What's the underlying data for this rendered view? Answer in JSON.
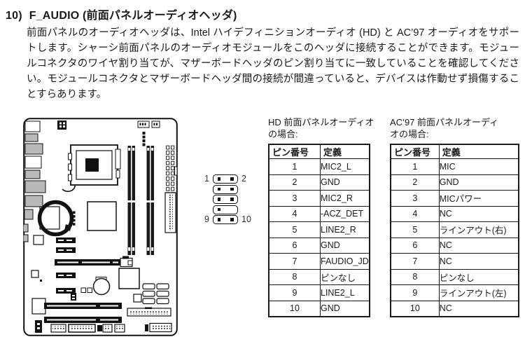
{
  "page": {
    "heading_number": "10)",
    "heading_title": "F_AUDIO (前面パネルオーディオヘッダ)",
    "paragraph": "前面パネルのオーディオヘッダは、Intel ハイデフィニションオーディオ (HD) と AC’97 オーディオをサポートします。シャーシ前面パネルのオーディオモジュールをこのヘッダに接続することができます。モジュールコネクタのワイヤ割り当てが、マザーボードヘッダのピン割り当てに一致していることを確認してください。モジュールコネクタとマザーボードヘッダ間の接続が間違っていると、デバイスは作動せず損傷することすらあります。"
  },
  "pin_header": {
    "label_top_left": "1",
    "label_top_right": "2",
    "label_bottom_left": "9",
    "label_bottom_right": "10"
  },
  "tables": {
    "hd": {
      "caption_line1": "HD 前面パネルオーディオ",
      "caption_line2": "の場合:",
      "columns": [
        "ピン番号",
        "定義"
      ],
      "rows": [
        {
          "pin": "1",
          "def": "MIC2_L"
        },
        {
          "pin": "2",
          "def": "GND"
        },
        {
          "pin": "3",
          "def": "MIC2_R"
        },
        {
          "pin": "4",
          "def": "-ACZ_DET"
        },
        {
          "pin": "5",
          "def": "LINE2_R"
        },
        {
          "pin": "6",
          "def": "GND"
        },
        {
          "pin": "7",
          "def": "FAUDIO_JD"
        },
        {
          "pin": "8",
          "def": "ピンなし"
        },
        {
          "pin": "9",
          "def": "LINE2_L"
        },
        {
          "pin": "10",
          "def": "GND"
        }
      ]
    },
    "ac97": {
      "caption_line1": "AC’97 前面パネルオーディ",
      "caption_line2": "オの場合:",
      "columns": [
        "ピン番号",
        "定義"
      ],
      "rows": [
        {
          "pin": "1",
          "def": "MIC"
        },
        {
          "pin": "2",
          "def": "GND"
        },
        {
          "pin": "3",
          "def": "MICパワー"
        },
        {
          "pin": "4",
          "def": "NC"
        },
        {
          "pin": "5",
          "def": "ラインアウト(右)"
        },
        {
          "pin": "6",
          "def": "NC"
        },
        {
          "pin": "7",
          "def": "NC"
        },
        {
          "pin": "8",
          "def": "ピンなし"
        },
        {
          "pin": "9",
          "def": "ラインアウト(左)"
        },
        {
          "pin": "10",
          "def": "NC"
        }
      ]
    }
  },
  "colors": {
    "text": "#1a1a1a",
    "diagram_line": "#111111",
    "port_gray": "#b9b9b9",
    "table_border": "#1a1a1a"
  }
}
